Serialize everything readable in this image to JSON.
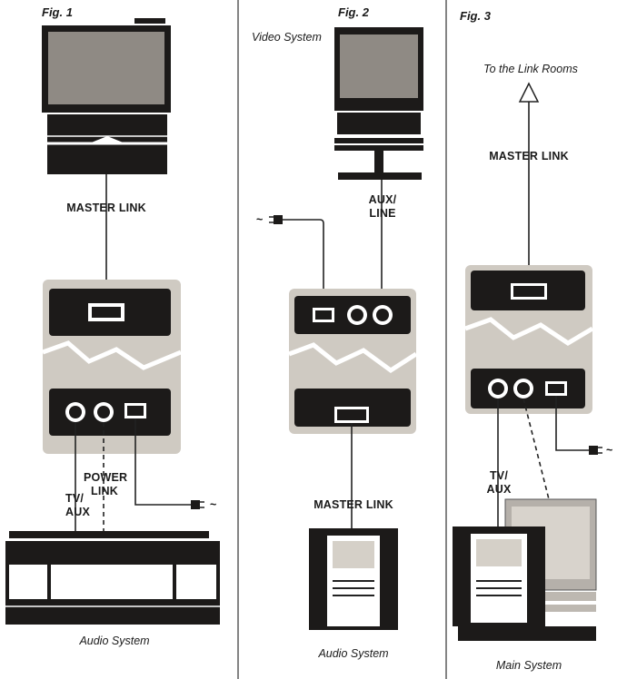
{
  "figures": {
    "fig1": {
      "title": "Fig. 1",
      "master_link": "MASTER LINK",
      "tv_aux": [
        "TV/",
        "AUX"
      ],
      "power_link": [
        "POWER",
        "LINK"
      ],
      "mains_symbol": "~",
      "system": "Audio System"
    },
    "fig2": {
      "title": "Fig. 2",
      "video_system": "Video System",
      "aux_line": [
        "AUX/",
        "LINE"
      ],
      "mains_symbol": "~",
      "master_link": "MASTER LINK",
      "system": "Audio System"
    },
    "fig3": {
      "title": "Fig. 3",
      "link_rooms": "To the Link Rooms",
      "master_link": "MASTER LINK",
      "tv_aux": [
        "TV/",
        "AUX"
      ],
      "system": "Main System"
    }
  },
  "colors": {
    "ink": "#1c1a19",
    "panel": "#cfcac2",
    "screen": "#8f8a84",
    "paper": "#ffffff"
  }
}
